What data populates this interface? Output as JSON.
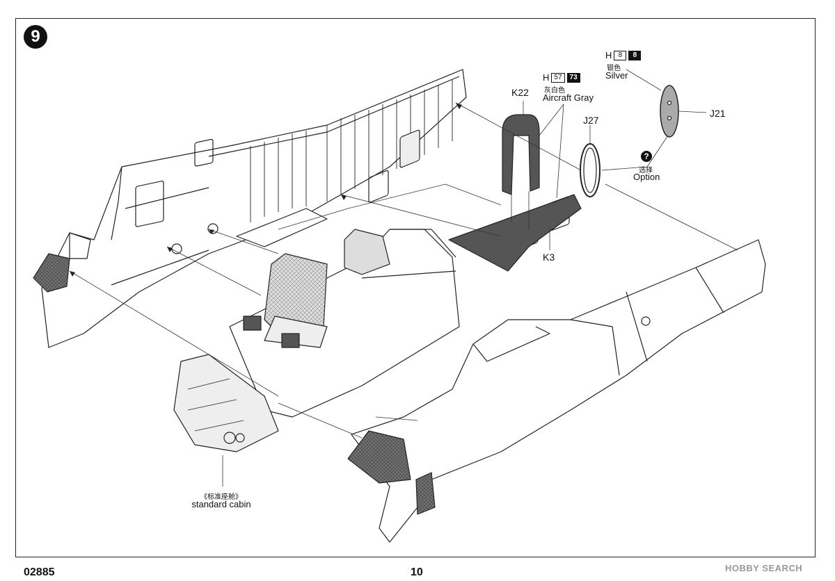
{
  "document": {
    "step_number": "9",
    "footer_code": "02885",
    "page_number": "10",
    "watermark": "HOBBY SEARCH"
  },
  "paints": [
    {
      "letter": "H",
      "code": "57",
      "alt_code": "73",
      "name_cn": "灰白色",
      "name_en": "Aircraft Gray"
    },
    {
      "letter": "H",
      "code": "8",
      "alt_code": "8",
      "name_cn": "银色",
      "name_en": "Silver"
    }
  ],
  "parts": {
    "k22": "K22",
    "j27": "J27",
    "j21": "J21",
    "k3": "K3"
  },
  "option": {
    "icon": "?",
    "label_cn": "选择",
    "label_en": "Option"
  },
  "cabin": {
    "label_cn": "《标准座舱》",
    "label_en": "standard cabin"
  }
}
